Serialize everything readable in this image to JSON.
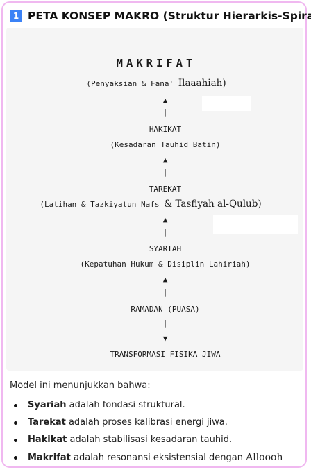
{
  "header": {
    "badge": "1",
    "title": "PETA KONSEP MAKRO (Struktur Hierarkis-Spiral)"
  },
  "diagram": {
    "top_title": "MAKRIFAT",
    "top_sub_prefix": "(Penyaksian & Fana'",
    "top_sub_hand": "Ilaaahiah",
    "top_sub_close": ")",
    "arrow_up": "▲",
    "stem": "|",
    "arrow_down": "▼",
    "level3_title": "HAKIKAT",
    "level3_sub": "(Kesadaran Tauhid Batin)",
    "level2_title": "TAREKAT",
    "level2_sub_prefix": "(Latihan & Tazkiyatun Nafs",
    "level2_sub_hand": "& Tasfiyah al-Qulub)",
    "level1_title": "SYARIAH",
    "level1_sub": "(Kepatuhan Hukum & Disiplin Lahiriah)",
    "base_title": "RAMADAN (PUASA)",
    "result_title": "TRANSFORMASI FISIKA JIWA"
  },
  "explanation": {
    "intro": "Model ini menunjukkan bahwa:",
    "items": [
      {
        "term": "Syariah",
        "text": " adalah fondasi struktural."
      },
      {
        "term": "Tarekat",
        "text": " adalah proses kalibrasi energi jiwa."
      },
      {
        "term": "Hakikat",
        "text": " adalah stabilisasi kesadaran tauhid."
      },
      {
        "term": "Makrifat",
        "text": " adalah resonansi eksistensial dengan ",
        "hand": "Alloooh"
      }
    ]
  }
}
